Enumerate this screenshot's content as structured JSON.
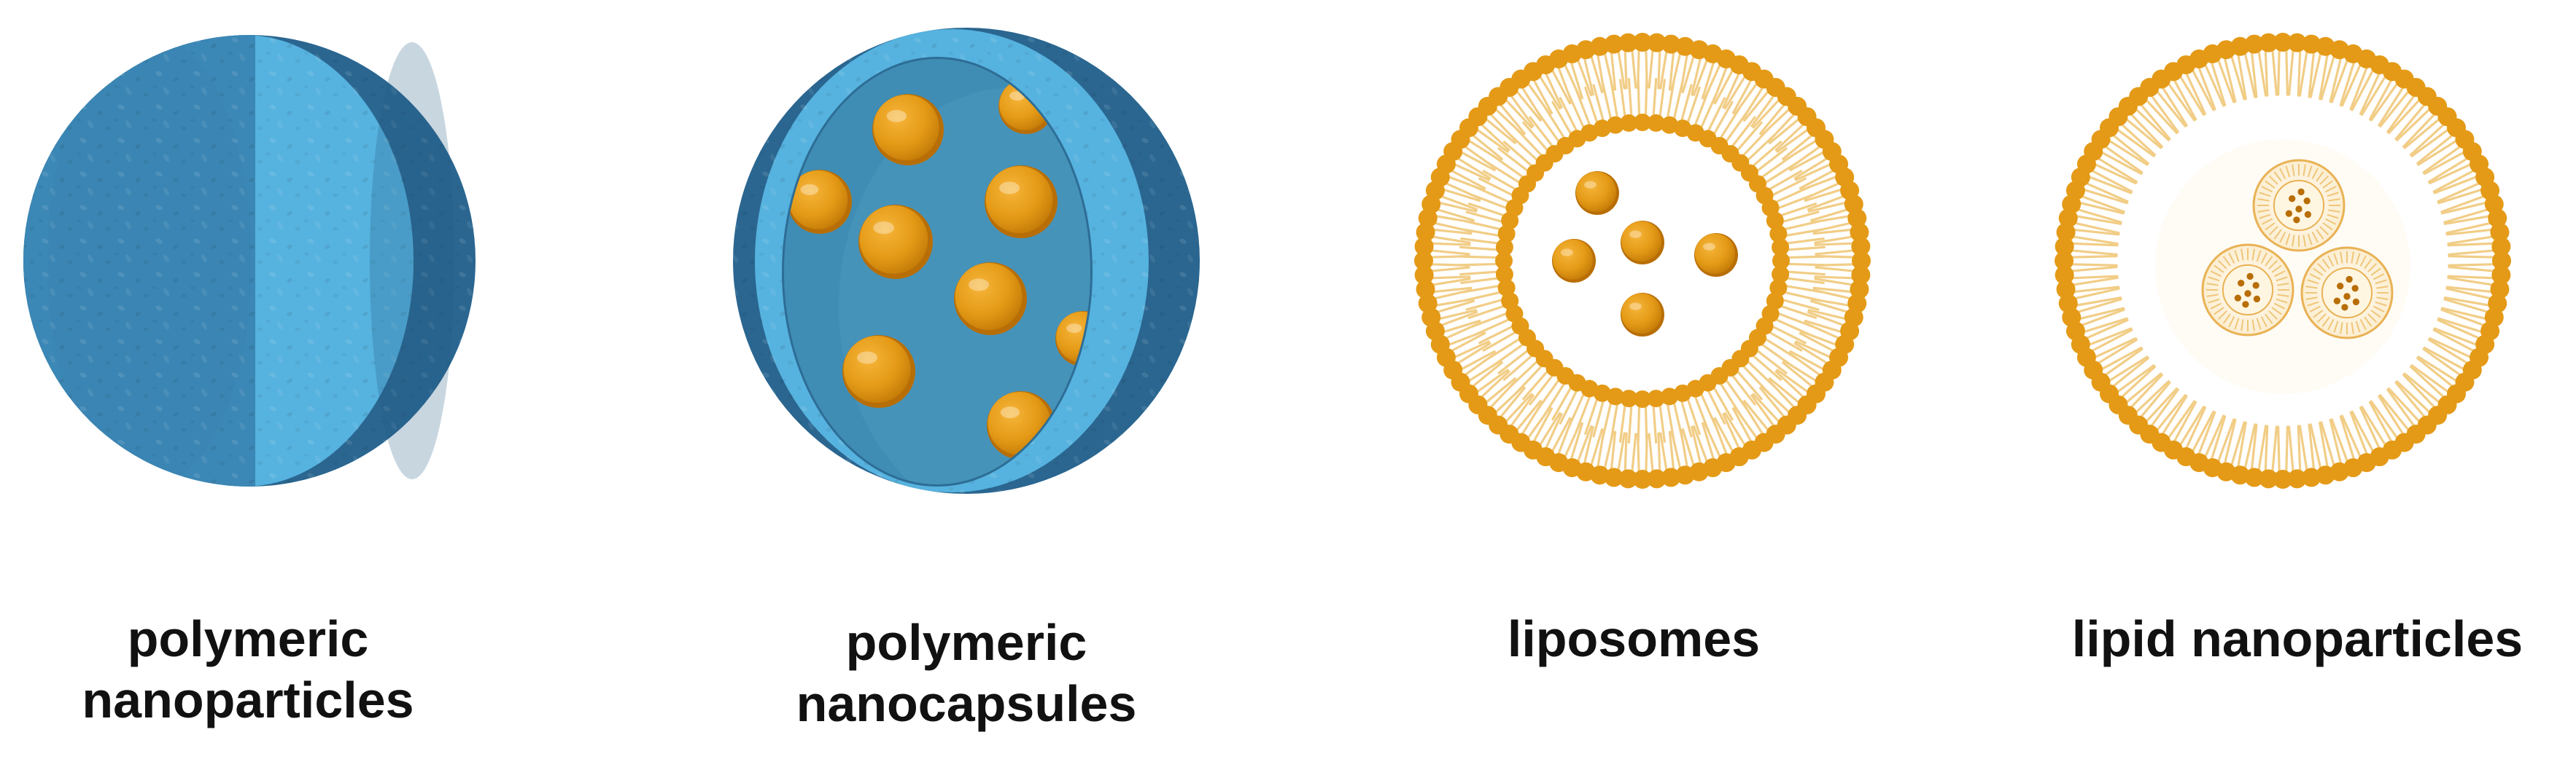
{
  "colors": {
    "blue_dark": "#2a6690",
    "blue_mid": "#3b87b5",
    "blue_light": "#56b2de",
    "blue_inner": "#3f8db4",
    "orange": "#e49a16",
    "orange_dark": "#b86e06",
    "lipid_tail": "#f1cd86",
    "label_text": "#111111"
  },
  "panels": [
    {
      "label": "polymeric\nnanoparticles"
    },
    {
      "label": "polymeric\nnanocapsules"
    },
    {
      "label": "liposomes"
    },
    {
      "label": "lipid nanoparticles"
    }
  ]
}
